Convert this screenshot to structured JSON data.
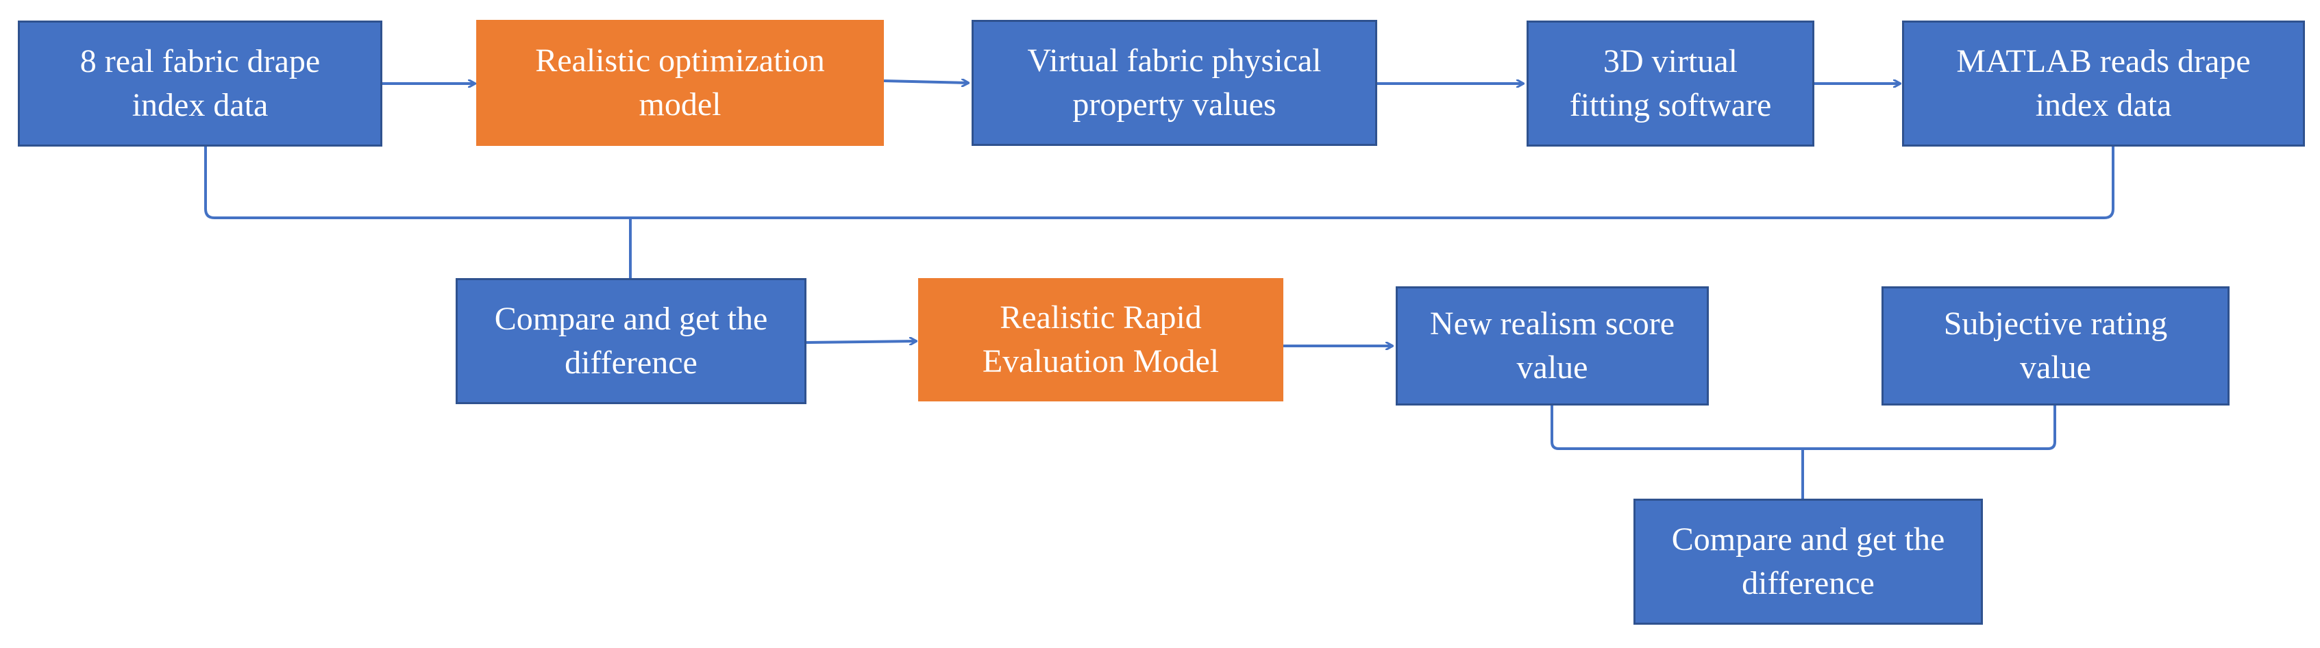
{
  "colors": {
    "blue_box": "#4472c4",
    "blue_border": "#2f528f",
    "orange_box": "#ed7d31",
    "connector": "#4472c4",
    "text": "#ffffff"
  },
  "nodes": {
    "real_fabric": {
      "label": "8 real fabric drape\nindex data",
      "color": "blue"
    },
    "realistic_optimization": {
      "label": "Realistic optimization\nmodel",
      "color": "orange"
    },
    "virtual_fabric": {
      "label": "Virtual fabric physical\nproperty values",
      "color": "blue"
    },
    "virtual_fitting": {
      "label": "3D virtual\nfitting software",
      "color": "blue"
    },
    "matlab": {
      "label": "MATLAB reads drape\nindex data",
      "color": "blue"
    },
    "compare_1": {
      "label": "Compare and get the\ndifference",
      "color": "blue"
    },
    "rapid_eval": {
      "label": "Realistic Rapid\nEvaluation Model",
      "color": "orange"
    },
    "new_realism": {
      "label": "New realism score\nvalue",
      "color": "blue"
    },
    "subjective": {
      "label": "Subjective rating\nvalue",
      "color": "blue"
    },
    "compare_2": {
      "label": "Compare and get the\ndifference",
      "color": "blue"
    }
  },
  "edges": [
    {
      "from": "real_fabric",
      "to": "realistic_optimization",
      "style": "arrow"
    },
    {
      "from": "realistic_optimization",
      "to": "virtual_fabric",
      "style": "arrow"
    },
    {
      "from": "virtual_fabric",
      "to": "virtual_fitting",
      "style": "arrow"
    },
    {
      "from": "virtual_fitting",
      "to": "matlab",
      "style": "arrow"
    },
    {
      "from": "real_fabric",
      "to": "compare_1",
      "style": "bracket",
      "with": "matlab"
    },
    {
      "from": "compare_1",
      "to": "rapid_eval",
      "style": "arrow"
    },
    {
      "from": "rapid_eval",
      "to": "new_realism",
      "style": "arrow"
    },
    {
      "from": "new_realism",
      "to": "compare_2",
      "style": "bracket",
      "with": "subjective"
    }
  ]
}
